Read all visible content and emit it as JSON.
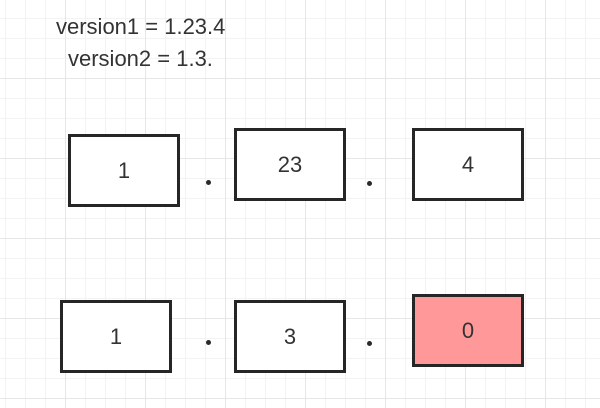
{
  "labels": {
    "version1": "version1 = 1.23.4",
    "version2": "version2 = 1.3."
  },
  "row1": {
    "segments": [
      "1",
      "23",
      "4"
    ],
    "separator": "."
  },
  "row2": {
    "segments": [
      "1",
      "3",
      "0"
    ],
    "separator": ".",
    "highlighted_segment": 2
  },
  "colors": {
    "box_border": "#262626",
    "box_fill": "#ffffff",
    "highlight_fill": "#ff9999",
    "text": "#333333",
    "grid_line": "#e6e6e6"
  }
}
